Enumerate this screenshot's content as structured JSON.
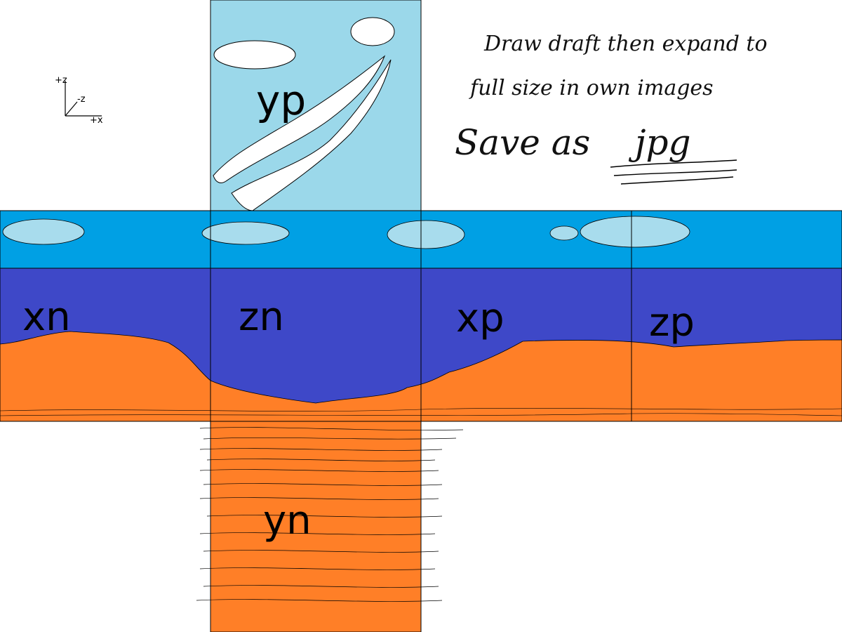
{
  "faces": {
    "yp": "yp",
    "xn": "xn",
    "zn": "zn",
    "xp": "xp",
    "zp": "zp",
    "yn": "yn"
  },
  "axes": {
    "z_label": "+z",
    "neg_z_label": "-z",
    "x_label": "+x"
  },
  "notes": {
    "line1": "Draw draft then expand to",
    "line2": "full size in own images",
    "save": "Save as",
    "format": "jpg"
  },
  "colors": {
    "sky_top": "#9bd8ea",
    "sky_band": "#00a0e4",
    "cloud": "#a8dced",
    "mid_band": "#3e48c8",
    "ground": "#ff7f27",
    "outline": "#000000"
  }
}
